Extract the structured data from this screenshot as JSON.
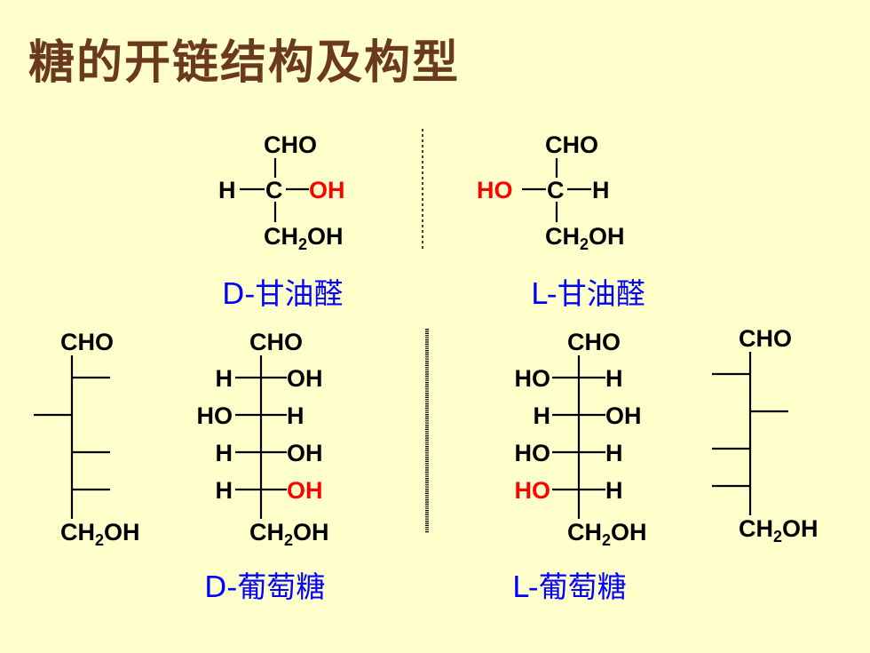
{
  "title": "糖的开链结构及构型",
  "glyceraldehyde": {
    "d": {
      "top": "CHO",
      "left": "H",
      "center": "C",
      "right": "OH",
      "bottom_prefix": "CH",
      "bottom_sub": "2",
      "bottom_suffix": "OH",
      "caption": "D-甘油醛"
    },
    "l": {
      "top": "CHO",
      "left": "HO",
      "center": "C",
      "right": "H",
      "bottom_prefix": "CH",
      "bottom_sub": "2",
      "bottom_suffix": "OH",
      "caption": "L-甘油醛"
    }
  },
  "glucose": {
    "d_simple": {
      "top": "CHO",
      "bottom_prefix": "CH",
      "bottom_sub": "2",
      "bottom_suffix": "OH"
    },
    "d": {
      "top": "CHO",
      "rows": [
        {
          "left": "H",
          "right": "OH"
        },
        {
          "left": "HO",
          "right": "H"
        },
        {
          "left": "H",
          "right": "OH"
        },
        {
          "left": "H",
          "right": "OH"
        }
      ],
      "bottom_prefix": "CH",
      "bottom_sub": "2",
      "bottom_suffix": "OH",
      "caption": "D-葡萄糖"
    },
    "l": {
      "top": "CHO",
      "rows": [
        {
          "left": "HO",
          "right": "H"
        },
        {
          "left": "H",
          "right": "OH"
        },
        {
          "left": "HO",
          "right": "H"
        },
        {
          "left": "HO",
          "right": "H"
        }
      ],
      "bottom_prefix": "CH",
      "bottom_sub": "2",
      "bottom_suffix": "OH",
      "caption": "L-葡萄糖"
    },
    "l_simple": {
      "top": "CHO",
      "bottom_prefix": "CH",
      "bottom_sub": "2",
      "bottom_suffix": "OH"
    }
  },
  "colors": {
    "background": "#FFFFCC",
    "title": "#6B3A1E",
    "caption": "#0000FF",
    "highlight": "#FF0000"
  }
}
